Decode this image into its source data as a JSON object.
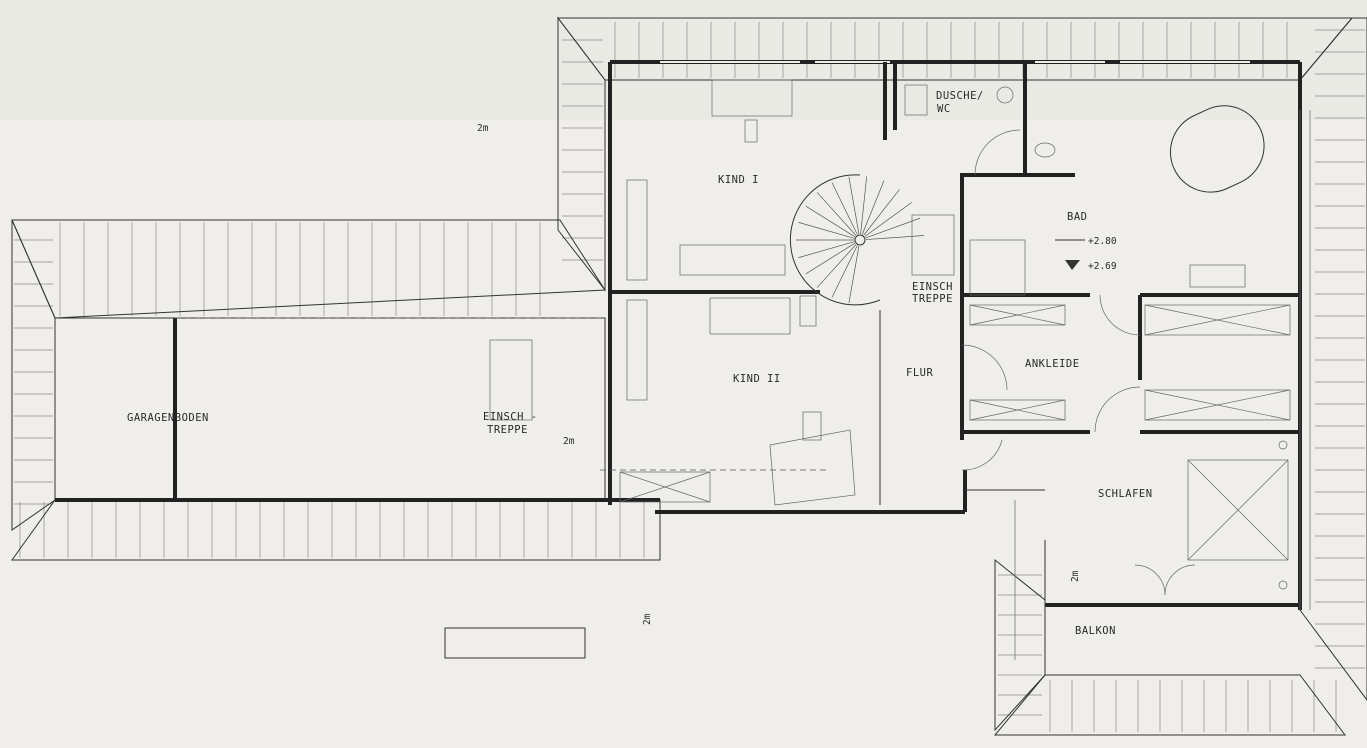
{
  "rooms": {
    "kind1": "KIND I",
    "kind2": "KIND II",
    "bad": "BAD",
    "dusche_line1": "DUSCHE/",
    "dusche_line2": "WC",
    "einschtreppe_line1": "EINSCH",
    "einschtreppe_line2": "TREPPE",
    "flur": "FLUR",
    "ankleide": "ANKLEIDE",
    "schlafen": "SCHLAFEN",
    "balkon": "BALKON",
    "garagenboden": "GARAGENBODEN",
    "garage_treppe_line1": "EINSCH -",
    "garage_treppe_line2": "TREPPE"
  },
  "heights": {
    "h1": "+2.80",
    "h2": "+2.69"
  },
  "dimensions": {
    "d_top": "2m",
    "d_mid": "2m",
    "d_vertical": "2m",
    "d_schlafen": "2m"
  }
}
